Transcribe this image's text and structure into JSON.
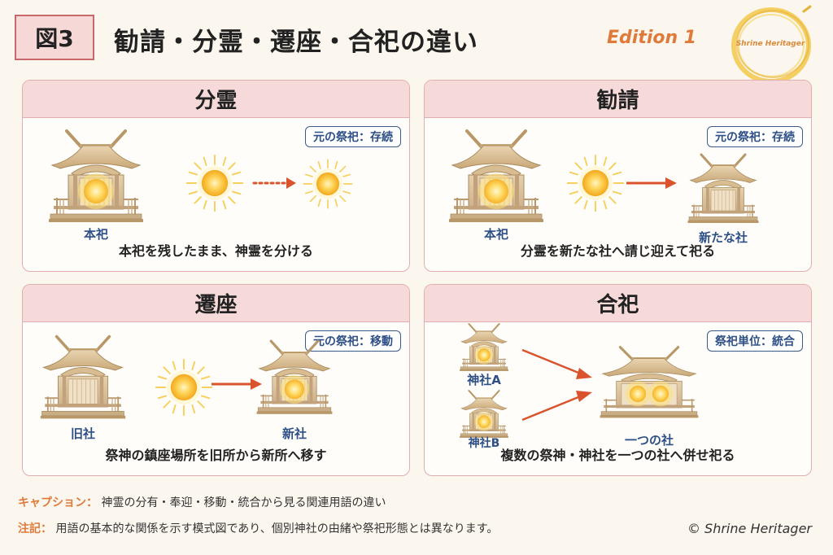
{
  "header": {
    "figure_label": "図3",
    "title": "勧請・分霊・遷座・合祀の違い",
    "edition": "Edition 1",
    "seal_text": "Shrine Heritager"
  },
  "panels": {
    "bunrei": {
      "title": "分霊",
      "badge": "元の祭祀：存続",
      "labels": [
        "本祀"
      ],
      "caption": "本祀を残したまま、神霊を分ける"
    },
    "kanjo": {
      "title": "勧請",
      "badge": "元の祭祀：存続",
      "labels": [
        "本祀",
        "新たな社"
      ],
      "caption": "分霊を新たな社へ請じ迎えて祀る"
    },
    "senza": {
      "title": "遷座",
      "badge": "元の祭祀：移動",
      "labels": [
        "旧社",
        "新社"
      ],
      "caption": "祭神の鎮座場所を旧所から新所へ移す"
    },
    "goshi": {
      "title": "合祀",
      "badge": "祭祀単位：統合",
      "labels": [
        "神社A",
        "神社B",
        "一つの社"
      ],
      "caption": "複数の祭神・神社を一つの社へ併せ祀る"
    }
  },
  "footer": {
    "caption_key": "キャプション：",
    "caption_text": "神霊の分有・奉迎・移動・統合から見る関連用語の違い",
    "note_key": "注記：",
    "note_text": "用語の基本的な関係を示す模式図であり、個別神社の由緒や祭祀形態とは異なります。",
    "copyright": "© Shrine Heritager"
  },
  "colors": {
    "accent_red": "#c9686a",
    "panel_head": "#f6dada",
    "label_blue": "#2d4f86",
    "arrow": "#d9532c",
    "orange": "#e07a3a"
  }
}
